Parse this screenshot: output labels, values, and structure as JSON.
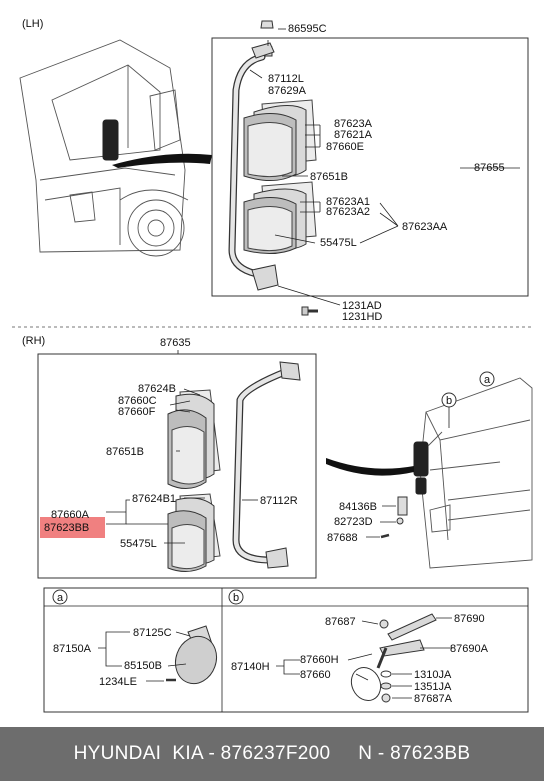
{
  "sections": {
    "lh_label": "(LH)",
    "rh_label": "(RH)",
    "a_marker": "a",
    "b_marker": "b"
  },
  "lh_labels": [
    {
      "key": "86595C",
      "text": "86595C"
    },
    {
      "key": "87112L",
      "text": "87112L"
    },
    {
      "key": "87629A",
      "text": "87629A"
    },
    {
      "key": "87623A",
      "text": "87623A"
    },
    {
      "key": "87621A",
      "text": "87621A"
    },
    {
      "key": "87660E",
      "text": "87660E"
    },
    {
      "key": "87651B",
      "text": "87651B"
    },
    {
      "key": "87655",
      "text": "87655"
    },
    {
      "key": "87623A1",
      "text": "87623A1"
    },
    {
      "key": "87623A2",
      "text": "87623A2"
    },
    {
      "key": "87623AA",
      "text": "87623AA"
    },
    {
      "key": "55475L",
      "text": "55475L"
    },
    {
      "key": "1231AD",
      "text": "1231AD"
    },
    {
      "key": "1231HD",
      "text": "1231HD"
    }
  ],
  "rh_labels": [
    {
      "key": "87635",
      "text": "87635"
    },
    {
      "key": "87624B",
      "text": "87624B"
    },
    {
      "key": "87660C",
      "text": "87660C"
    },
    {
      "key": "87660F",
      "text": "87660F"
    },
    {
      "key": "87651B",
      "text": "87651B"
    },
    {
      "key": "87624B1",
      "text": "87624B1"
    },
    {
      "key": "87112R",
      "text": "87112R"
    },
    {
      "key": "87660A",
      "text": "87660A"
    },
    {
      "key": "87623BB",
      "text": "87623BB"
    },
    {
      "key": "55475L",
      "text": "55475L"
    },
    {
      "key": "84136B",
      "text": "84136B"
    },
    {
      "key": "82723D",
      "text": "82723D"
    },
    {
      "key": "87688",
      "text": "87688"
    }
  ],
  "a_labels": [
    {
      "key": "87125C",
      "text": "87125C"
    },
    {
      "key": "87150A",
      "text": "87150A"
    },
    {
      "key": "85150B",
      "text": "85150B"
    },
    {
      "key": "1234LE",
      "text": "1234LE"
    }
  ],
  "b_labels": [
    {
      "key": "87687",
      "text": "87687"
    },
    {
      "key": "87690",
      "text": "87690"
    },
    {
      "key": "87690A",
      "text": "87690A"
    },
    {
      "key": "87140H",
      "text": "87140H"
    },
    {
      "key": "87660H",
      "text": "87660H"
    },
    {
      "key": "87660",
      "text": "87660"
    },
    {
      "key": "1310JA",
      "text": "1310JA"
    },
    {
      "key": "1351JA",
      "text": "1351JA"
    },
    {
      "key": "87687A",
      "text": "87687A"
    }
  ],
  "highlight": {
    "color": "#f08080"
  },
  "footer": {
    "text": "HYUNDAI  KIA - 876237F200     N - 87623BB"
  }
}
